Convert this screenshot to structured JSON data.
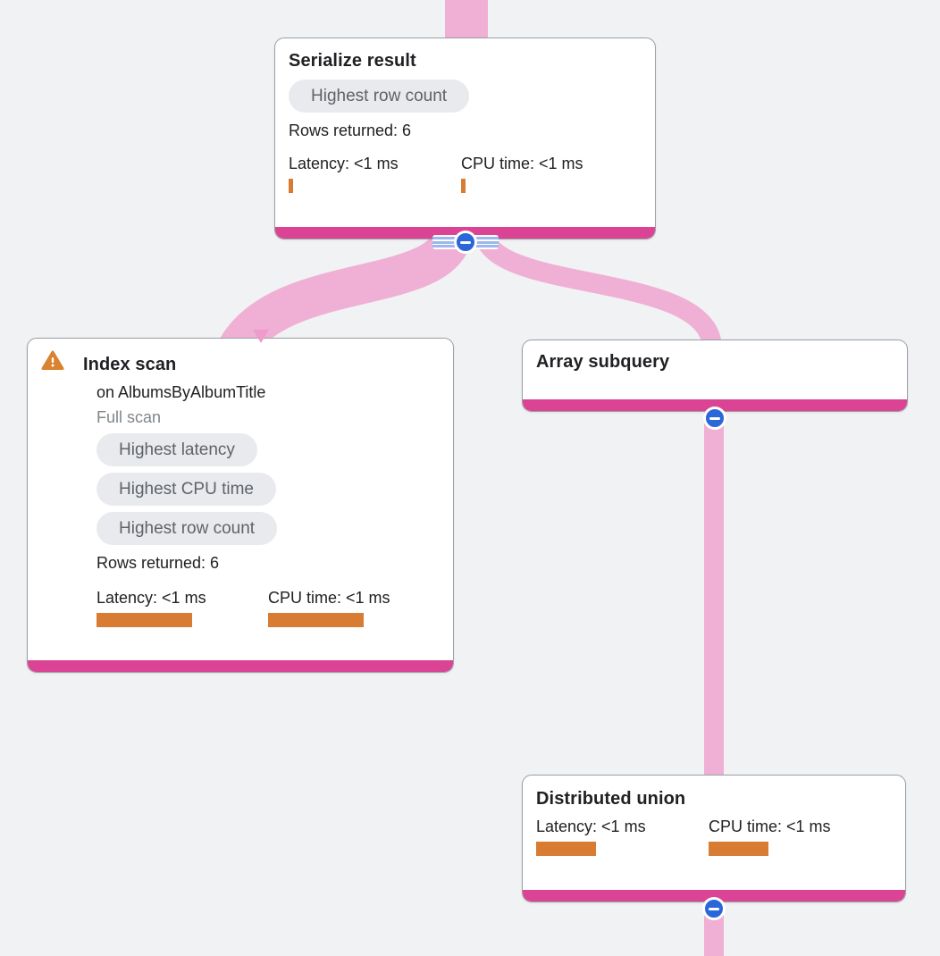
{
  "theme": {
    "bg": "#F0F2F4",
    "card_bg": "#FFFFFF",
    "card_border": "#9AA0A6",
    "pink_bar": "#DB4394",
    "edge_pink": "#F0AFD4",
    "arrow_pink": "#EE9CCB",
    "bar_orange": "#D97C33",
    "badge_bg": "#E8EAED",
    "badge_text": "#5F6368",
    "text_primary": "#202124",
    "text_muted": "#80868B",
    "button_blue": "#2A67D8",
    "multi_edge_line": "#9DB7EC",
    "warning_orange": "#D9822F"
  },
  "icons": {
    "collapse_button": "minus-in-blue-circle",
    "warning": "orange-warning-triangle",
    "multi_edge_indicator": "triple-horizontal-lines"
  },
  "nodes": {
    "serialize_result": {
      "title": "Serialize result",
      "badges": [
        "Highest row count"
      ],
      "rows": "Rows returned: 6",
      "latency": {
        "label": "Latency: <1 ms",
        "bar": "width:5px;height:16px"
      },
      "cpu": {
        "label": "CPU time: <1 ms",
        "bar": "width:5px;height:16px"
      }
    },
    "index_scan": {
      "title": "Index scan",
      "subtitle": "on AlbumsByAlbumTitle",
      "note": "Full scan",
      "has_warning": true,
      "badges": [
        "Highest latency",
        "Highest CPU time",
        "Highest row count"
      ],
      "rows": "Rows returned: 6",
      "latency": {
        "label": "Latency: <1 ms",
        "bar": "width:107px;height:16px"
      },
      "cpu": {
        "label": "CPU time: <1 ms",
        "bar": "width:107px;height:16px"
      }
    },
    "array_subquery": {
      "title": "Array subquery"
    },
    "distributed_union": {
      "title": "Distributed union",
      "latency": {
        "label": "Latency: <1 ms",
        "bar": "width:67px;height:16px"
      },
      "cpu": {
        "label": "CPU time: <1 ms",
        "bar": "width:67px;height:16px"
      }
    }
  },
  "edges": [
    {
      "from": "parent-above",
      "to": "serialize_result",
      "weight": "thick"
    },
    {
      "from": "serialize_result",
      "to": "index_scan",
      "weight": "thick"
    },
    {
      "from": "serialize_result",
      "to": "array_subquery",
      "weight": "thin"
    },
    {
      "from": "array_subquery",
      "to": "distributed_union",
      "weight": "thin"
    },
    {
      "from": "distributed_union",
      "to": "child-below",
      "weight": "thin"
    }
  ]
}
